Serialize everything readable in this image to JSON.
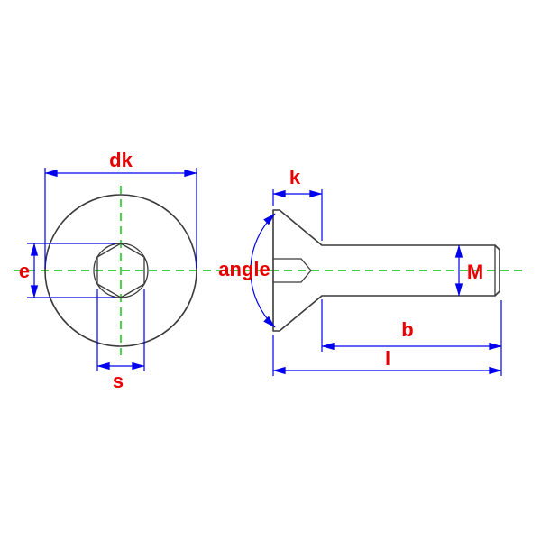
{
  "labels": {
    "head_diameter": "dk",
    "socket_width_across_corners": "e",
    "socket_width_across_flats": "s",
    "head_angle": "angle",
    "head_height": "k",
    "thread_size": "M",
    "thread_length": "b",
    "total_length": "l"
  },
  "colors": {
    "outline": "#3a3a3a",
    "dimension_lines": "#0000ee",
    "labels": "#e80000",
    "centerlines": "#00c400",
    "background": "#ffffff"
  }
}
